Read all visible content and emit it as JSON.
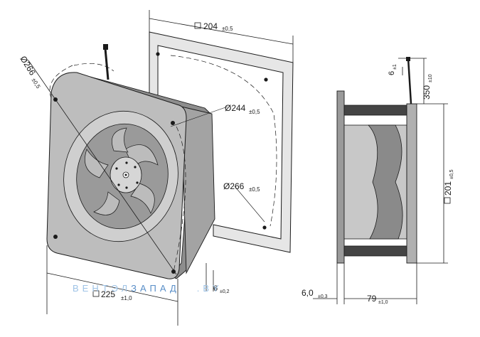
{
  "dimensions": {
    "frame_square": {
      "value": "204",
      "tol": "±0,5"
    },
    "hole_circle_244": {
      "value": "Ø244",
      "tol": "±0,5"
    },
    "hole_circle_266_frame": {
      "value": "Ø266",
      "tol": "±0,5"
    },
    "hole_circle_266_fan": {
      "value": "Ø266",
      "tol": "±0,5"
    },
    "housing_square": {
      "value": "225",
      "tol": "±1,0"
    },
    "hole_size": {
      "value": "6",
      "tol": "±0,2"
    },
    "cable_tip": {
      "value": "6",
      "tol": "±1"
    },
    "cable_length": {
      "value": "350",
      "tol": "±10"
    },
    "side_height": {
      "value": "201",
      "tol": "±0,5"
    },
    "flange_thickness": {
      "value": "6,0",
      "tol": "±0,3"
    },
    "depth": {
      "value": "79",
      "tol": "±1,0"
    }
  },
  "watermark": {
    "part1": "ВЕНТЭЛ",
    "part2": "ЗАПАД",
    "part3": ".BY",
    "color1": "#9ec3e6",
    "color2": "#5a8fc8"
  },
  "colors": {
    "line": "#1a1a1a",
    "frame_fill": "#e6e6e6",
    "housing_fill": "#b5b5b5",
    "dark_fill": "#444444"
  }
}
